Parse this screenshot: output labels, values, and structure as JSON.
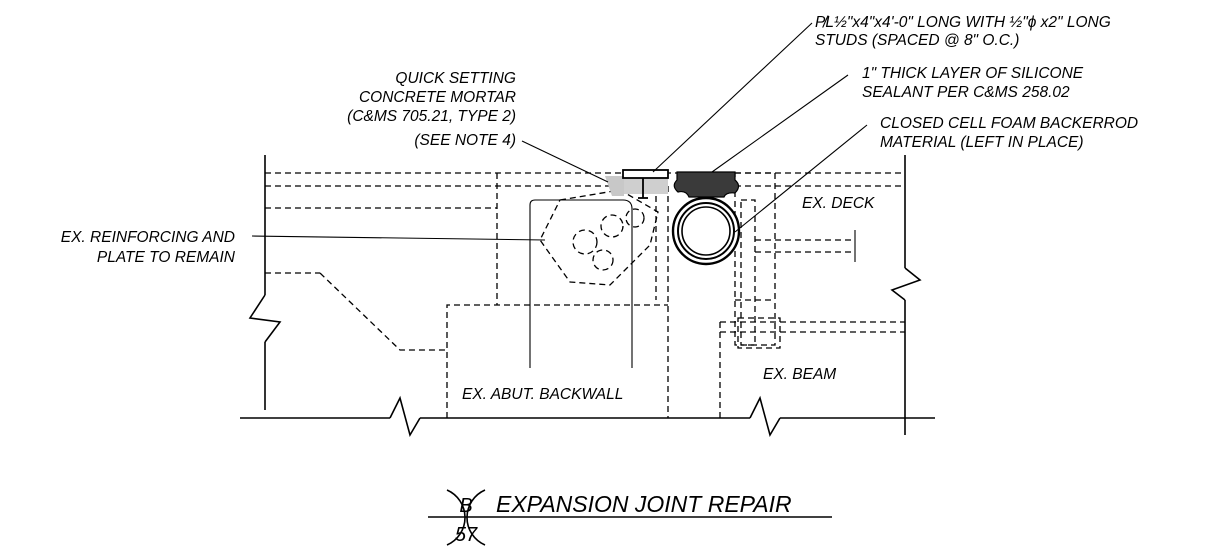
{
  "labels": {
    "plate_line1": "P̸L½\"x4\"x4'-0\" LONG WITH ½\"ϕ x2\" LONG",
    "plate_line2": "STUDS (SPACED @ 8\" O.C.)",
    "sealant_line1": "1\" THICK LAYER OF SILICONE",
    "sealant_line2": "SEALANT PER C&MS 258.02",
    "backerrod_line1": "CLOSED CELL FOAM BACKERROD",
    "backerrod_line2": "MATERIAL (LEFT IN PLACE)",
    "mortar_line1": "QUICK SETTING",
    "mortar_line2": "CONCRETE MORTAR",
    "mortar_line3": "(C&MS 705.21, TYPE 2)",
    "mortar_line4": "(SEE NOTE 4)",
    "reinf_line1": "EX. REINFORCING AND",
    "reinf_line2": "PLATE TO REMAIN",
    "deck": "EX. DECK",
    "backwall": "EX. ABUT. BACKWALL",
    "beam": "EX. BEAM"
  },
  "detail": {
    "letter": "B",
    "sheet": "57",
    "title": "EXPANSION JOINT REPAIR"
  }
}
